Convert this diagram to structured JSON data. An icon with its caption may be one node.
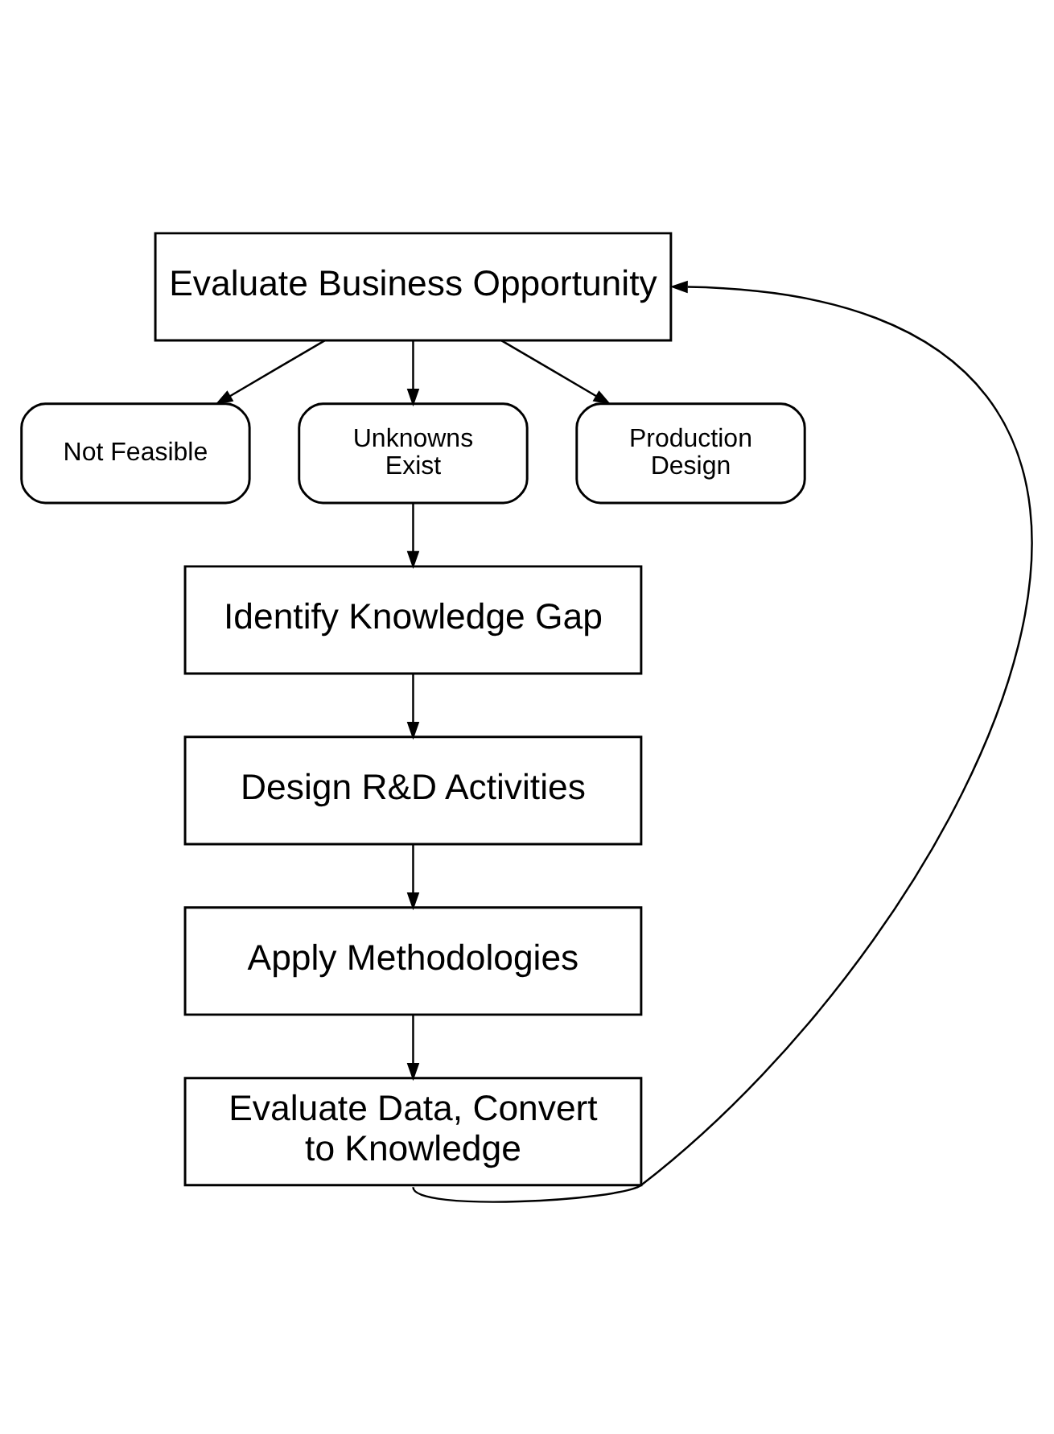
{
  "diagram": {
    "nodes": [
      {
        "text": [
          "Evaluate Business Opportunity"
        ]
      },
      {
        "text": [
          "Not Feasible"
        ]
      },
      {
        "text": [
          "Unknowns Exist"
        ]
      },
      {
        "text": [
          "Production Design"
        ]
      },
      {
        "text": [
          "Identify Knowledge Gap"
        ]
      },
      {
        "text": [
          "Design R&D Activities"
        ]
      },
      {
        "text": [
          "Apply Methodologies"
        ]
      },
      {
        "text": [
          "Evaluate Data, Convert to Knowledge"
        ]
      }
    ],
    "edges": [
      {
        "from": 0,
        "to": 1,
        "arrow": "to"
      },
      {
        "from": 0,
        "to": 2,
        "arrow": "to"
      },
      {
        "from": 0,
        "to": 3,
        "arrow": "to"
      },
      {
        "from": 2,
        "to": 4,
        "arrow": "to"
      },
      {
        "from": 4,
        "to": 5,
        "arrow": "to"
      },
      {
        "from": 5,
        "to": 6,
        "arrow": "to"
      },
      {
        "from": 6,
        "to": 7,
        "arrow": "to"
      },
      {
        "from": 7,
        "to": 0,
        "arrow": "to"
      }
    ]
  }
}
